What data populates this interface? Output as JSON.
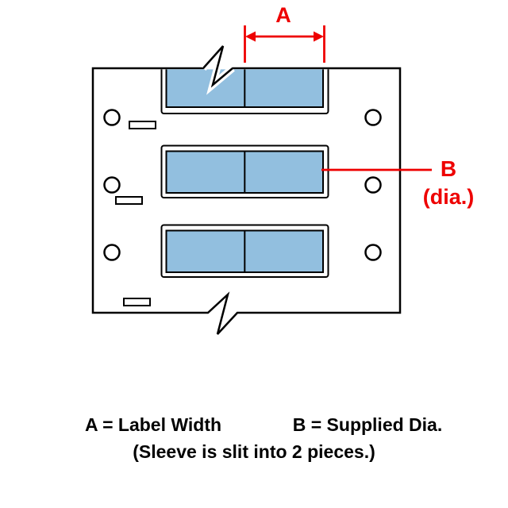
{
  "diagram": {
    "dimension_a": {
      "label": "A"
    },
    "dimension_b": {
      "label": "B",
      "sublabel": "(dia.)"
    },
    "legend": {
      "a": "A = Label Width",
      "b": "B = Supplied Dia.",
      "note": "(Sleeve is slit into 2 pieces.)"
    },
    "colors": {
      "accent_red": "#EE0000",
      "sleeve_blue": "#92BFDF",
      "line_black": "#000000",
      "background": "#FFFFFF"
    },
    "sleeve_count": 3,
    "pieces_per_sleeve": 2,
    "holes_per_side": 3
  }
}
